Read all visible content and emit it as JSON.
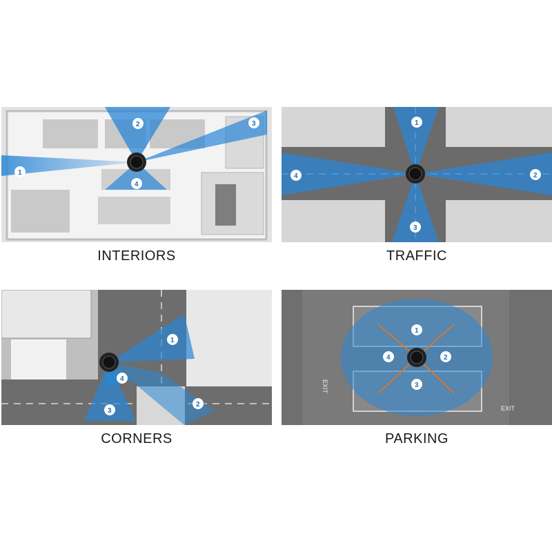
{
  "panels": [
    {
      "caption": "INTERIORS",
      "zones": [
        "1",
        "2",
        "3",
        "4"
      ]
    },
    {
      "caption": "TRAFFIC",
      "zones": [
        "1",
        "2",
        "3",
        "4"
      ]
    },
    {
      "caption": "CORNERS",
      "zones": [
        "1",
        "2",
        "3",
        "4"
      ]
    },
    {
      "caption": "PARKING",
      "zones": [
        "1",
        "2",
        "3",
        "4"
      ],
      "signs": [
        "EXIT",
        "EXIT"
      ]
    }
  ],
  "colors": {
    "coverage": "#2a86d6",
    "camera": "#111111",
    "badge_text": "#1d6fb5"
  },
  "icons": {
    "camera": "camera-dome-icon",
    "zone": "zone-number-badge"
  }
}
